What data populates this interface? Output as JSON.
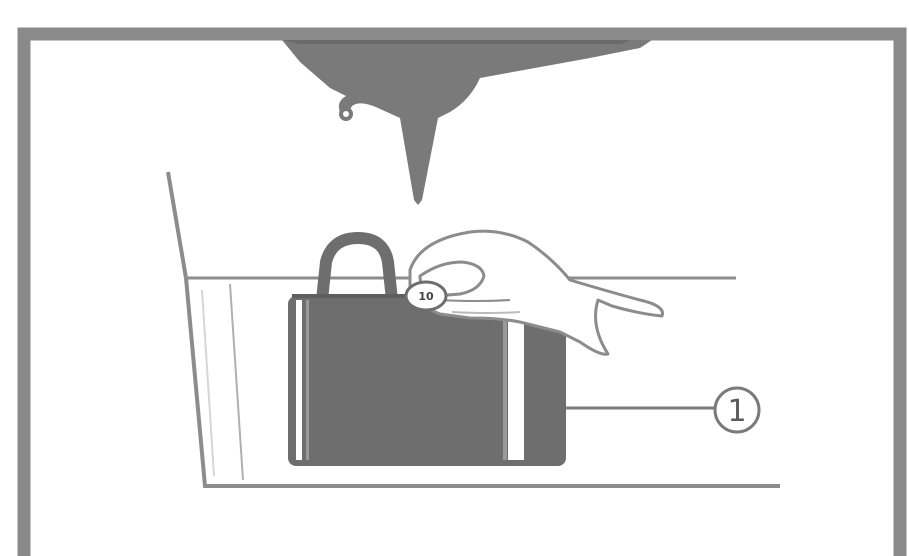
{
  "figure": {
    "callout_number": "1",
    "coin_text": "10",
    "colors": {
      "frame": "#8a8a8a",
      "line": "#8c8c8c",
      "dark_fill": "#7a7a7a",
      "bag_fill": "#6e6e6e",
      "background": "#ffffff"
    },
    "icons": {
      "callout": "numbered-callout",
      "hand": "hand-holding-coin-icon",
      "bag": "bag-icon",
      "drum": "washer-drum-icon",
      "spout": "door-gasket-spout-icon"
    }
  }
}
